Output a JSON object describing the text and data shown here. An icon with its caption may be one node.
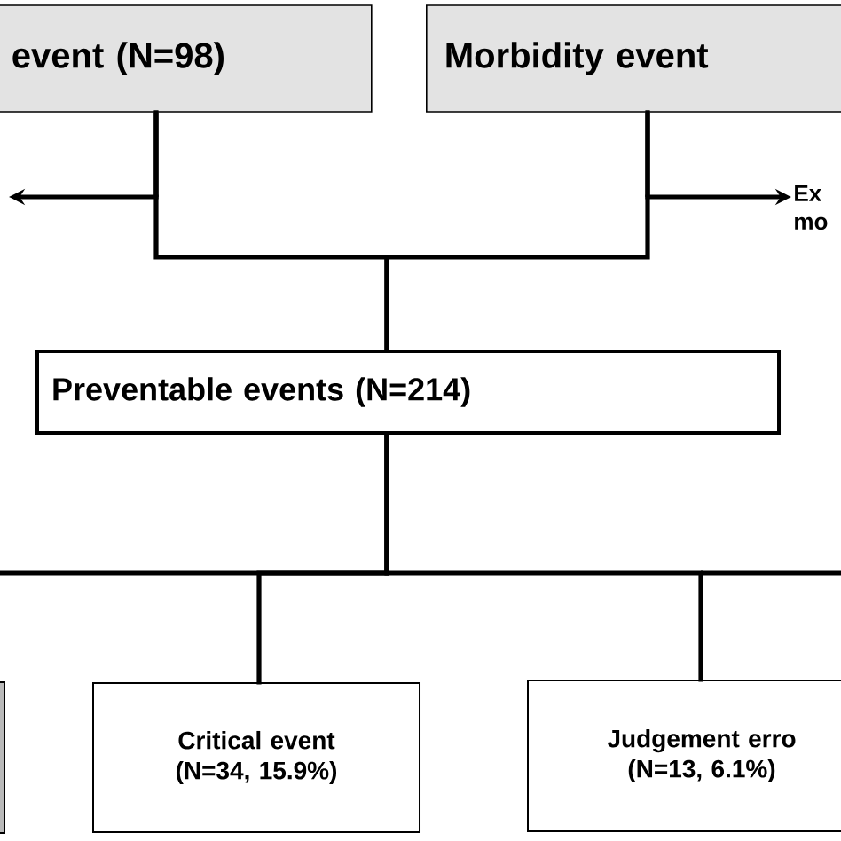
{
  "diagram": {
    "nodes": [
      {
        "text": [
          "event (N=98)"
        ]
      },
      {
        "text": [
          "Morbidity event"
        ]
      },
      {
        "text": [
          "Ex mo"
        ]
      },
      {
        "text": [
          "Preventable events (N=214)"
        ]
      },
      {
        "text": [],
        "shape": "box"
      },
      {
        "text": [
          "Critical event",
          "(N=34, 15.9%)"
        ]
      },
      {
        "text": [
          "Judgement erro",
          "(N=13, 6.1%)"
        ]
      }
    ],
    "edges": [
      {
        "from": 0,
        "to": 3,
        "arrow": "none"
      },
      {
        "from": 1,
        "to": 3,
        "arrow": "none"
      },
      {
        "from": 0,
        "to": null,
        "arrow": "to"
      },
      {
        "from": 1,
        "to": 2,
        "arrow": "to"
      },
      {
        "from": 3,
        "to": 4,
        "arrow": "none"
      },
      {
        "from": 3,
        "to": 5,
        "arrow": "none"
      },
      {
        "from": 3,
        "to": 6,
        "arrow": "none"
      }
    ]
  }
}
